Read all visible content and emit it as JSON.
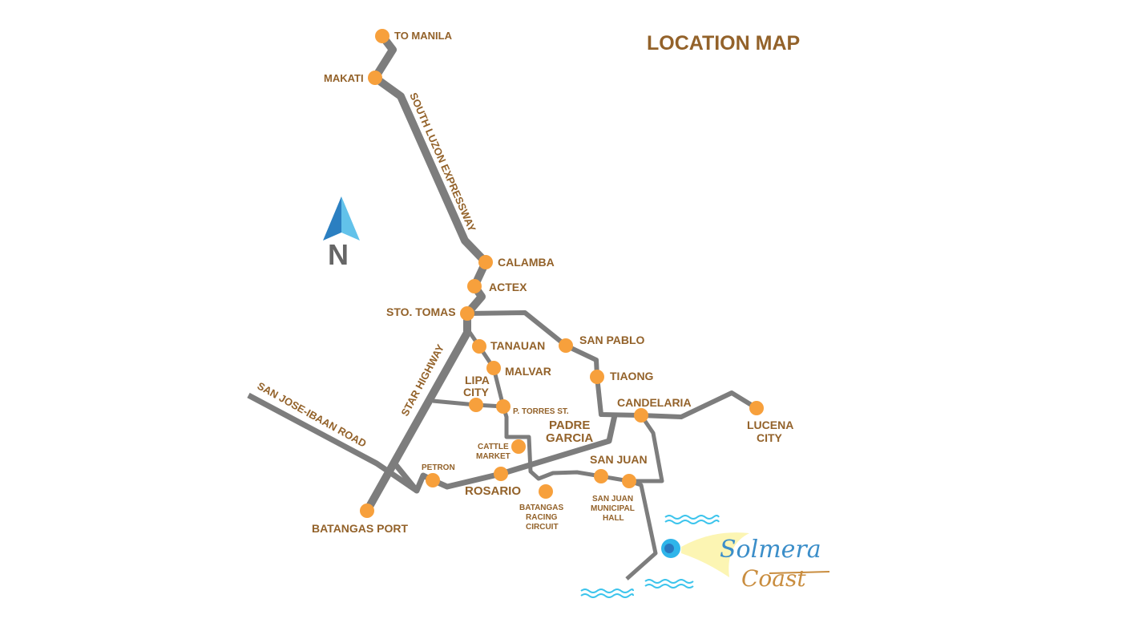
{
  "title": "LOCATION MAP",
  "north": "N",
  "roads": {
    "slex": "SOUTH LUZON EXPRESSWAY",
    "star": "STAR HIGHWAY",
    "sanjose": "SAN JOSE-IBAAN ROAD"
  },
  "places": {
    "manila": "TO MANILA",
    "makati": "MAKATI",
    "calamba": "CALAMBA",
    "actex": "ACTEX",
    "stotomas": "STO. TOMAS",
    "tanauan": "TANAUAN",
    "sanpablo": "SAN PABLO",
    "malvar": "MALVAR",
    "tiaong": "TIAONG",
    "lipa1": "LIPA",
    "lipa2": "CITY",
    "ptorres": "P. TORRES ST.",
    "candelaria": "CANDELARIA",
    "lucena1": "LUCENA",
    "lucena2": "CITY",
    "padre1": "PADRE",
    "padre2": "GARCIA",
    "cattle1": "CATTLE",
    "cattle2": "MARKET",
    "sanjuan": "SAN JUAN",
    "petron": "PETRON",
    "rosario": "ROSARIO",
    "racing1": "BATANGAS",
    "racing2": "RACING",
    "racing3": "CIRCUIT",
    "hall1": "SAN JUAN",
    "hall2": "MUNICIPAL",
    "hall3": "HALL",
    "port": "BATANGAS PORT"
  },
  "logo": {
    "line1": "Solmera",
    "line2": "Coast"
  },
  "colors": {
    "road": "#7d7d7d",
    "dot": "#f7a03c",
    "label": "#93622a",
    "water": "#3cc4ec"
  }
}
